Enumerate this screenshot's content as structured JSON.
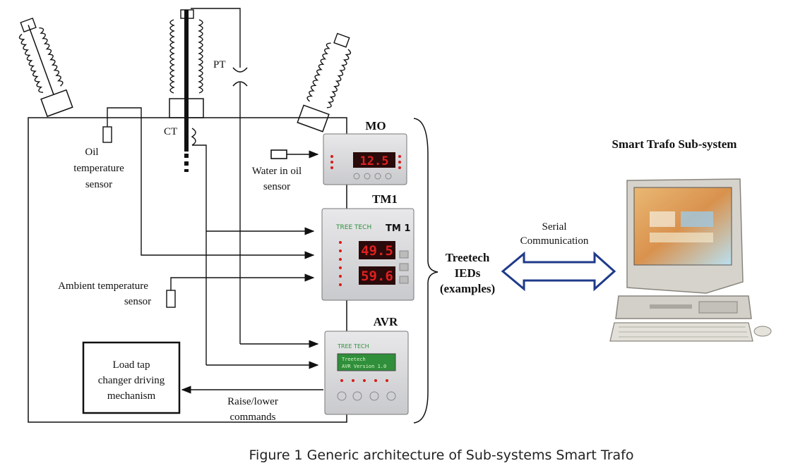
{
  "labels": {
    "pt": "PT",
    "ct": "CT",
    "oil_sensor": [
      "Oil",
      "temperature",
      "sensor"
    ],
    "water_sensor": [
      "Water in oil",
      "sensor"
    ],
    "ambient_sensor": [
      "Ambient temperature",
      "sensor"
    ],
    "load_tap": [
      "Load tap",
      "changer driving",
      "mechanism"
    ],
    "raise_lower": [
      "Raise/lower",
      "commands"
    ],
    "treetech": [
      "Treetech",
      "IEDs",
      "(examples)"
    ],
    "serial": [
      "Serial",
      "Communication"
    ],
    "smart_trafo": "Smart Trafo Sub-system"
  },
  "devices": {
    "mo": {
      "title": "MO",
      "display": "12.5"
    },
    "tm1": {
      "title": "TM1",
      "panel_label": "TM 1",
      "logo": "TREE TECH",
      "display1": "49.5",
      "display2": "59.6"
    },
    "avr": {
      "title": "AVR",
      "logo": "TREE TECH",
      "lcd_line1": "Treetech",
      "lcd_line2": "AVR  Version 1.0"
    }
  },
  "caption": "Figure 1  Generic architecture of Sub-systems Smart Trafo",
  "colors": {
    "arrow_blue": "#1f3a8a",
    "display_red": "#d81b1b",
    "lcd_green": "#2f8f3a"
  }
}
